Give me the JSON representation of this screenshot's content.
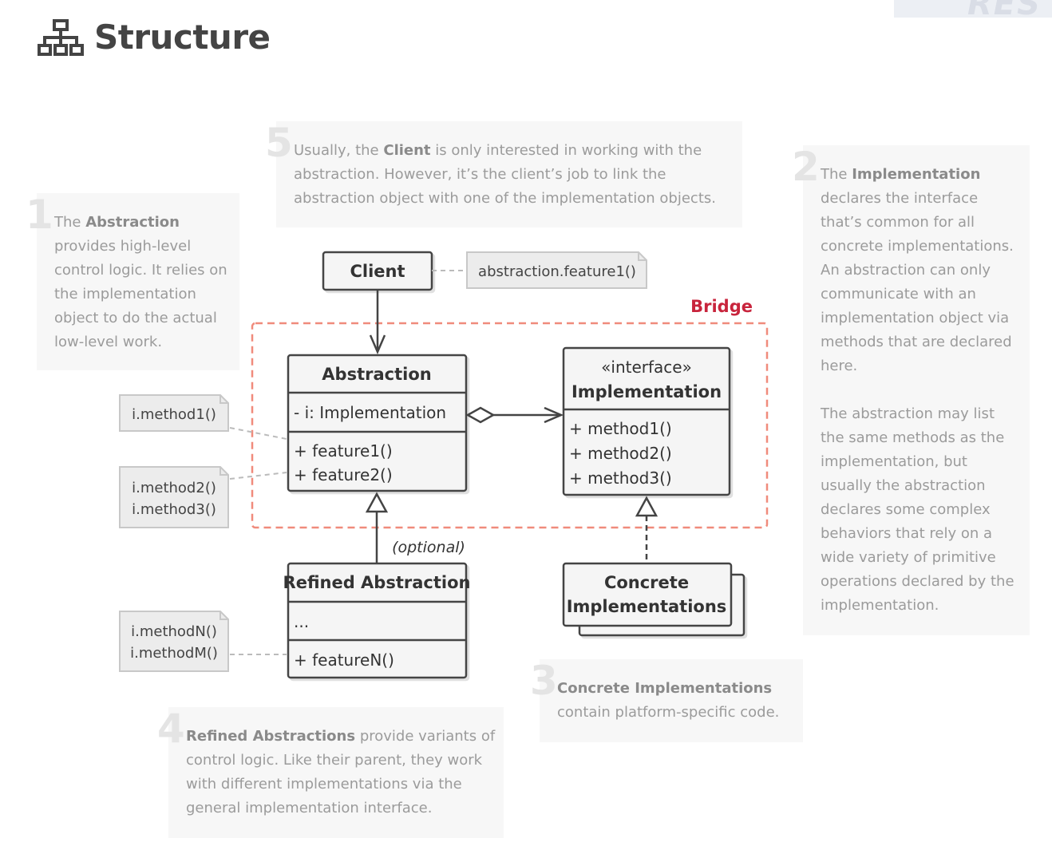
{
  "header": {
    "title": "Structure",
    "icon": "hierarchy-icon"
  },
  "corner_logo": {
    "text": "RES"
  },
  "notes": {
    "n1": {
      "num": "1",
      "pre": "The ",
      "bold": "Abstraction",
      "post": " provides high-level control logic. It relies on the implementation object to do the actual low-level work."
    },
    "n2": {
      "num": "2",
      "pre": "The ",
      "bold": "Implementation",
      "post": " declares the interface that’s common for all concrete implementations. An abstraction can only communicate with an implementation object via methods that are declared here.",
      "para2": "The abstraction may list the same methods as the implementation, but usually the abstraction declares some complex behaviors that rely on a wide variety of primitive operations declared by the implementation."
    },
    "n3": {
      "num": "3",
      "bold": "Concrete Implementations",
      "post": " contain platform-specific code."
    },
    "n4": {
      "num": "4",
      "bold": "Refined Abstractions",
      "post": " provide variants of control logic. Like their parent, they work with different implementations via the general implementation interface."
    },
    "n5": {
      "num": "5",
      "pre": "Usually, the ",
      "bold": "Client",
      "post": " is only interested in working with the abstraction. However, it’s the client’s job to link the abstraction object with one of the implementation objects."
    }
  },
  "diagram": {
    "client": "Client",
    "client_note": "abstraction.feature1()",
    "bridge_label": "Bridge",
    "abstraction": {
      "name": "Abstraction",
      "field": "- i: Implementation",
      "methods": [
        "+ feature1()",
        "+ feature2()"
      ]
    },
    "implementation": {
      "stereotype": "«interface»",
      "name": "Implementation",
      "methods": [
        "+ method1()",
        "+ method2()",
        "+ method3()"
      ]
    },
    "refined": {
      "name": "Refined Abstraction",
      "field": "...",
      "methods": [
        "+ featureN()"
      ]
    },
    "concrete": {
      "line1": "Concrete",
      "line2": "Implementations"
    },
    "optional_label": "(optional)",
    "side_notes": [
      {
        "lines": [
          "i.method1()"
        ]
      },
      {
        "lines": [
          "i.method2()",
          "i.method3()"
        ]
      },
      {
        "lines": [
          "i.methodN()",
          "i.methodM()"
        ]
      }
    ]
  },
  "colors": {
    "bridge": "#c8243c",
    "bridge_border": "#f08b7c",
    "box_fill": "#f5f5f5",
    "box_stroke": "#444444",
    "note_bg": "#f7f7f7"
  }
}
